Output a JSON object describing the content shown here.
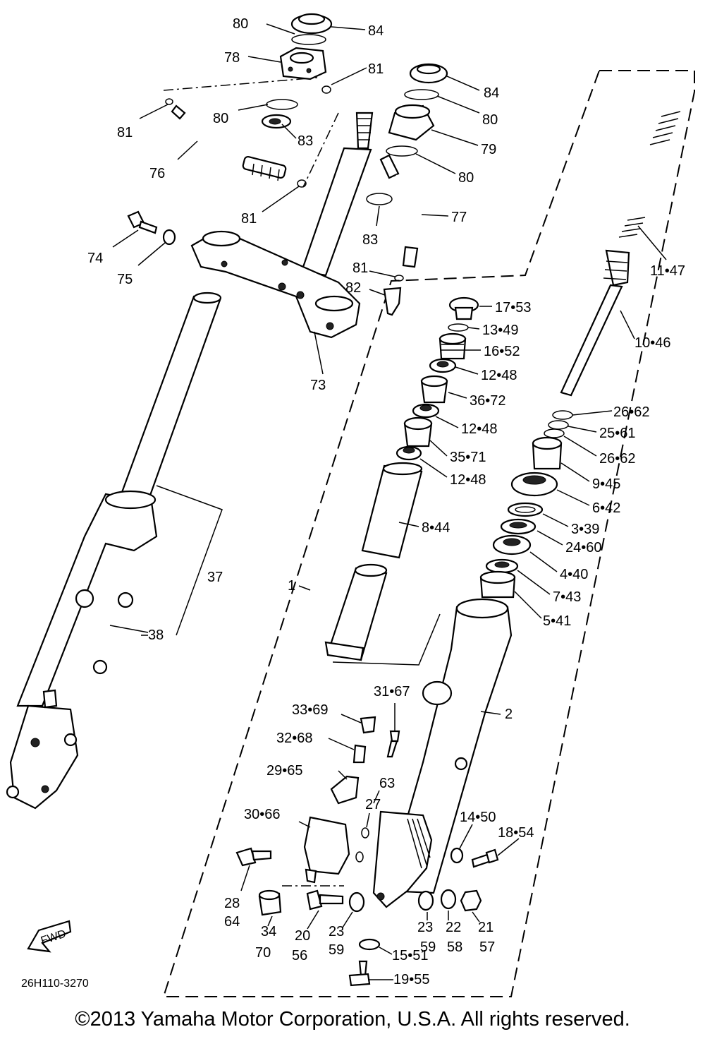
{
  "diagram_code": "26H110-3270",
  "copyright": "©2013 Yamaha Motor Corporation, U.S.A. All rights reserved.",
  "direction_badge": "FWD",
  "callouts": [
    "80",
    "84",
    "78",
    "81",
    "84",
    "81",
    "80",
    "80",
    "83",
    "79",
    "76",
    "80",
    "81",
    "77",
    "83",
    "74",
    "75",
    "81",
    "82",
    "73",
    "11•47",
    "17•53",
    "13•49",
    "10•46",
    "16•52",
    "12•48",
    "36•72",
    "26•62",
    "12•48",
    "25•61",
    "35•71",
    "26•62",
    "12•48",
    "9•45",
    "6•42",
    "3•39",
    "8•44",
    "37",
    "24•60",
    "4•40",
    "1",
    "7•43",
    "38",
    "5•41",
    "31•67",
    "33•69",
    "2",
    "32•68",
    "29•65",
    "63",
    "27",
    "30•66",
    "14•50",
    "18•54",
    "28",
    "64",
    "34",
    "70",
    "20",
    "56",
    "23",
    "59",
    "23",
    "59",
    "22",
    "58",
    "21",
    "57",
    "15•51",
    "19•55"
  ]
}
